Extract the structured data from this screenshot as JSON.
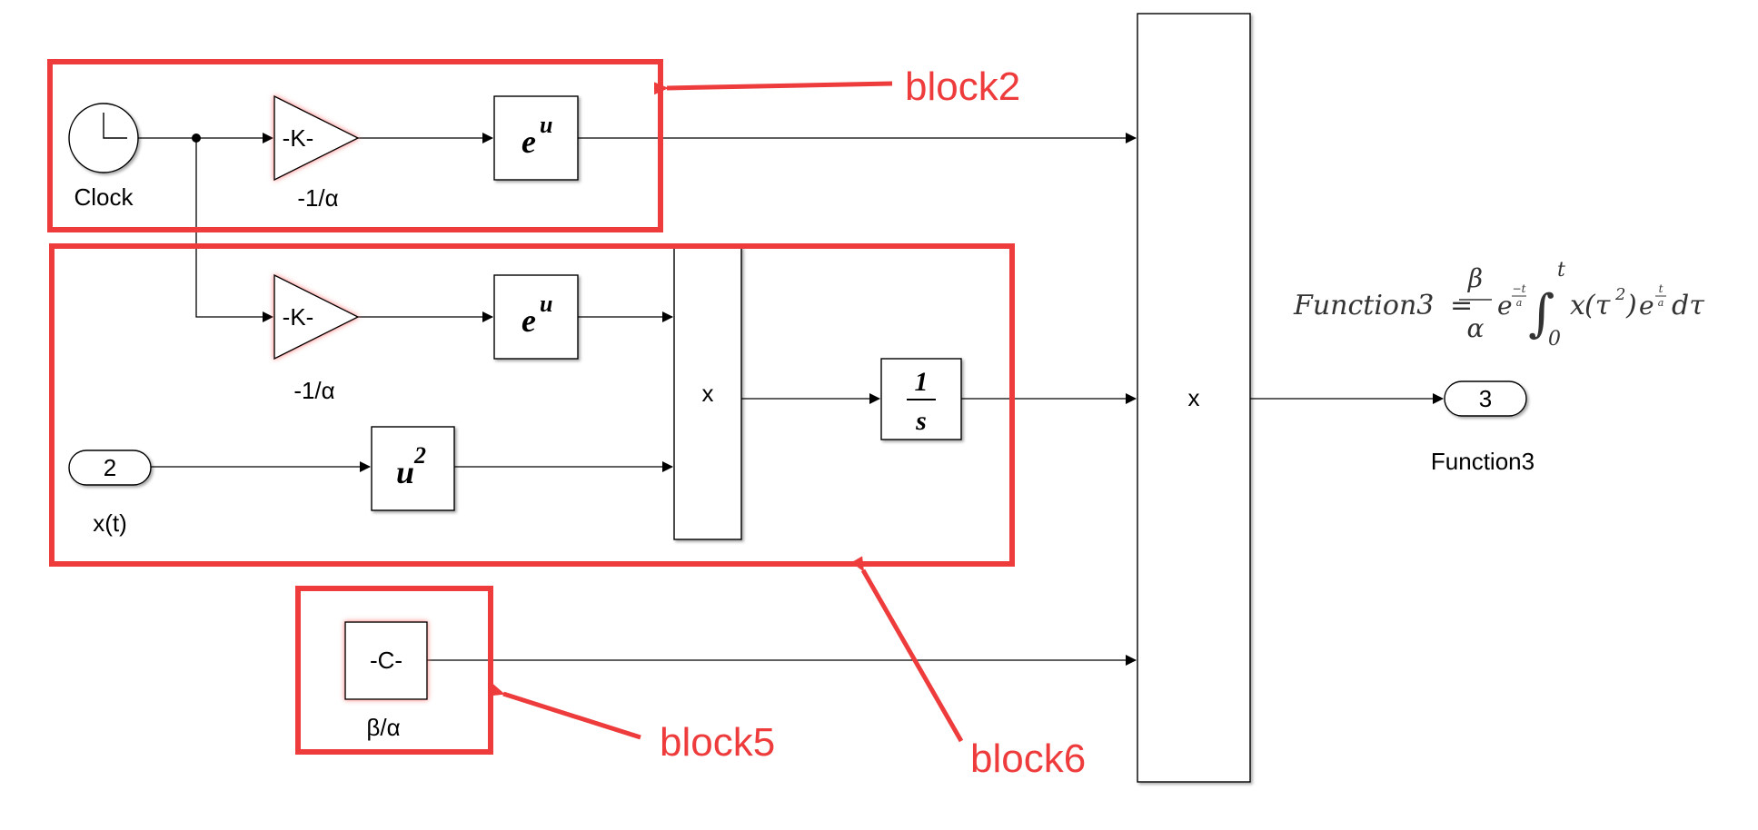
{
  "blocks": {
    "clock_label": "Clock",
    "gain1_text": "-K-",
    "gain1_label": "-1/α",
    "exp1_base": "e",
    "exp1_power": "u",
    "gain2_text": "-K-",
    "gain2_label": "-1/α",
    "exp2_base": "e",
    "exp2_power": "u",
    "inport_number": "2",
    "inport_label": "x(t)",
    "square_base": "u",
    "square_power": "2",
    "product_inner": "x",
    "integrator_num": "1",
    "integrator_den": "s",
    "constant_text": "-C-",
    "constant_label": "β/α",
    "product_main": "x",
    "outport_number": "3",
    "outport_label": "Function3"
  },
  "annotations": {
    "block2": "block2",
    "block5": "block5",
    "block6": "block6"
  },
  "equation": {
    "lhs": "Function3",
    "equals": "=",
    "frac_num": "β",
    "frac_den": "α",
    "e1": "e",
    "e1_exp_num": "−t",
    "e1_exp_den": "a",
    "integral": "∫",
    "upper": "t",
    "lower": "0",
    "x": "x",
    "tau": "(τ",
    "tau_sq": "2",
    "close": ")",
    "e2": "e",
    "e2_exp_num": "t",
    "e2_exp_den": "a",
    "dtau": "dτ"
  },
  "colors": {
    "annotation": "#ee3b3b",
    "wire": "#000000"
  }
}
